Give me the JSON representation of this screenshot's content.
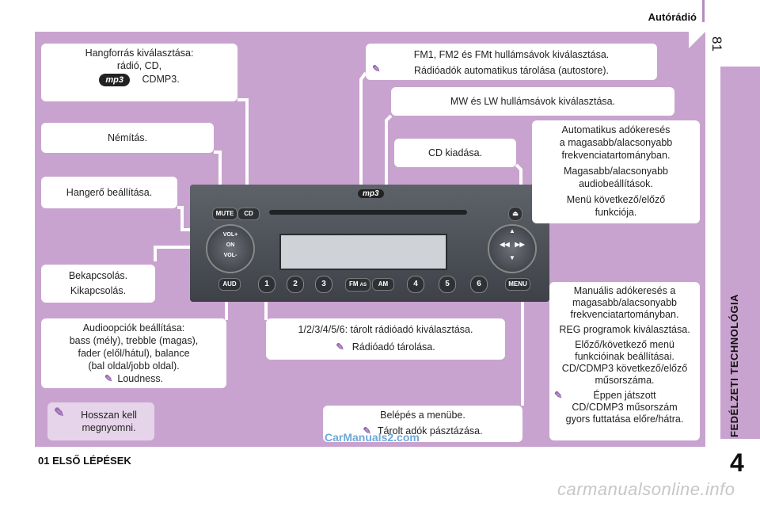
{
  "header": {
    "title": "Autórádió",
    "page_number": "81"
  },
  "side": {
    "chapter_label": "FEDÉLZETI TECHNOLÓGIA",
    "chapter_number": "4"
  },
  "footer": {
    "section": "01 ELSŐ LÉPÉSEK"
  },
  "watermark": "carmanualsonline.info",
  "watermark2": "CarManuals2.com",
  "radio": {
    "mute": "MUTE",
    "cd": "CD",
    "vol_up": "VOL+",
    "on": "ON",
    "vol_down": "VOL-",
    "aud": "AUD",
    "fm": "FM",
    "fm_as": "AS",
    "am": "AM",
    "menu": "MENU",
    "keys": [
      "1",
      "2",
      "3",
      "4",
      "5",
      "6"
    ],
    "mp3_logo": "mp3"
  },
  "callouts": {
    "source": {
      "line1": "Hangforrás kiválasztása:",
      "line2": "rádió, CD,",
      "line3": "CDMP3.",
      "logo": "mp3"
    },
    "mute": "Némítás.",
    "volume": "Hangerő beállítása.",
    "power": {
      "line1": "Bekapcsolás.",
      "line2": "Kikapcsolás."
    },
    "audio": {
      "line1": "Audioopciók beállítása:",
      "line2": "bass (mély), trebble (magas),",
      "line3": "fader (elől/hátul), balance",
      "line4": "(bal oldal/jobb oldal).",
      "line5": "Loudness."
    },
    "long_press": {
      "line1": "Hosszan kell",
      "line2": "megnyomni."
    },
    "fm": {
      "line1": "FM1, FM2 és FMt hullámsávok kiválasztása.",
      "line2": "Rádióadók automatikus tárolása (autostore)."
    },
    "mw_lw": "MW és LW hullámsávok kiválasztása.",
    "eject": "CD kiadása.",
    "auto_search": {
      "l1": "Automatikus adókeresés",
      "l2": "a magasabb/alacsonyabb",
      "l3": "frekvenciatartományban.",
      "l4": "Magasabb/alacsonyabb",
      "l5": "audiobeállítások.",
      "l6": "Menü következő/előző",
      "l7": "funkciója."
    },
    "presets": {
      "line1": "1/2/3/4/5/6: tárolt rádióadó kiválasztása.",
      "line2": "Rádióadó tárolása."
    },
    "menu": {
      "line1": "Belépés a menübe.",
      "line2": "Tárolt adók pásztázása."
    },
    "manual_search": {
      "l1": "Manuális adókeresés a",
      "l2": "magasabb/alacsonyabb",
      "l3": "frekvenciatartományban.",
      "l4": "REG programok kiválasztása.",
      "l5": "Előző/következő menü",
      "l6": "funkcióinak beállításai.",
      "l7": "CD/CDMP3 következő/előző",
      "l8": "műsorszáma.",
      "l9": "Éppen játszott",
      "l10": "CD/CDMP3 műsorszám",
      "l11": "gyors futtatása előre/hátra."
    }
  },
  "colors": {
    "panel": "#c9a3cf",
    "accent": "#b48cc0",
    "radio": "#4a4e55"
  }
}
